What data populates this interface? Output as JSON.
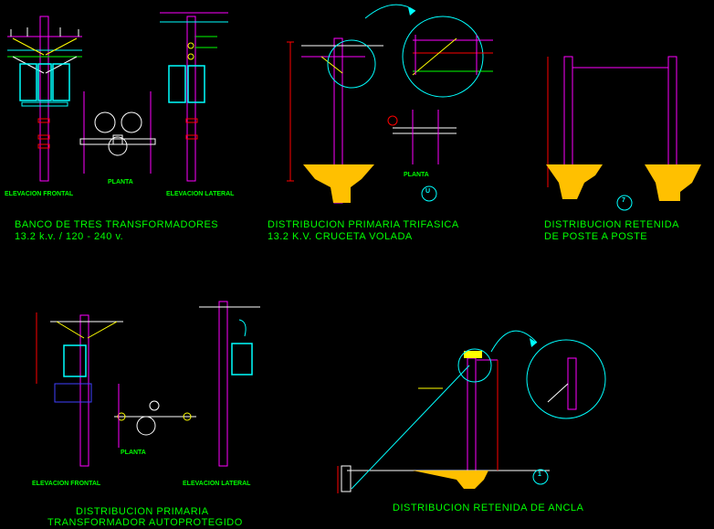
{
  "colors": {
    "background": "#000000",
    "pole": "#ff00ff",
    "cyan": "#00ffff",
    "green": "#00ff00",
    "yellow": "#ffff00",
    "red": "#ff0000",
    "white": "#ffffff",
    "soil": "#ffc000",
    "blue": "#4040ff"
  },
  "drawings": {
    "transformer_bank": {
      "title_line1": "BANCO DE TRES TRANSFORMADORES",
      "title_line2": "13.2  k.v.  / 120 - 240 v.",
      "label_front": "ELEVACION FRONTAL",
      "label_side": "ELEVACION LATERAL",
      "label_plan": "PLANTA"
    },
    "primary_three_phase": {
      "title_line1": "DISTRIBUCION PRIMARIA TRIFASICA",
      "title_line2": "13.2  K.V.  CRUCETA VOLADA",
      "label_plan": "PLANTA",
      "marker": "U"
    },
    "pole_to_pole_guy": {
      "title_line1": "DISTRIBUCION RETENIDA",
      "title_line2": "DE POSTE A POSTE",
      "marker": "7"
    },
    "self_protected": {
      "title_line1": "DISTRIBUCION PRIMARIA",
      "title_line2": "TRANSFORMADOR AUTOPROTEGIDO",
      "label_front": "ELEVACION FRONTAL",
      "label_side": "ELEVACION LATERAL",
      "label_plan": "PLANTA"
    },
    "anchor_guy": {
      "title_line1": "DISTRIBUCION RETENIDA DE ANCLA",
      "marker": "1"
    }
  }
}
